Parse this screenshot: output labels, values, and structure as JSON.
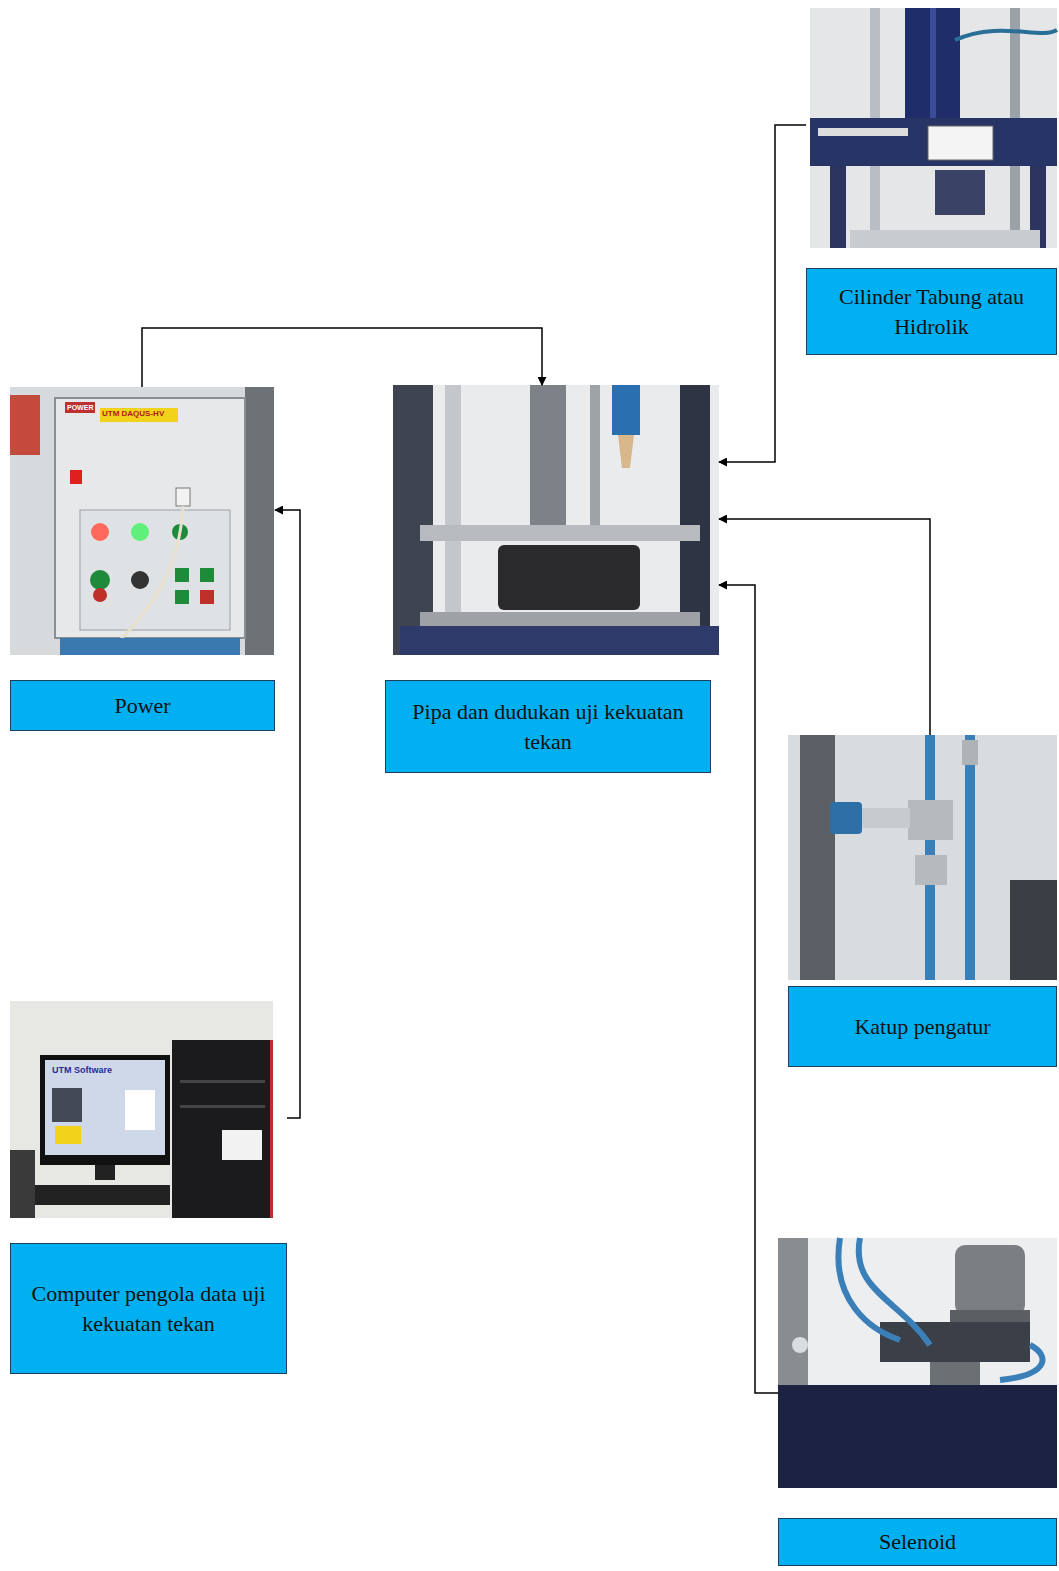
{
  "diagram": {
    "nodes": [
      {
        "text": [
          "Cilinder Tabung atau Hidrolik"
        ]
      },
      {
        "text": [
          "Power"
        ]
      },
      {
        "text": [
          "Pipa dan dudukan uji kekuatan tekan"
        ]
      },
      {
        "text": [
          "Katup pengatur"
        ]
      },
      {
        "text": [
          "Computer pengola data uji kekuatan tekan"
        ]
      },
      {
        "text": [
          "Selenoid"
        ]
      }
    ],
    "edges": [
      {
        "from": 1,
        "to": 2,
        "arrow": "to"
      },
      {
        "from": 4,
        "to": 1,
        "arrow": "to"
      },
      {
        "from": 0,
        "to": 2,
        "arrow": "to"
      },
      {
        "from": 3,
        "to": 2,
        "arrow": "to"
      },
      {
        "from": 5,
        "to": 2,
        "arrow": "to"
      }
    ],
    "labels": [
      "POWER",
      "UTM DAQUS-HV",
      "UTM Software"
    ]
  }
}
